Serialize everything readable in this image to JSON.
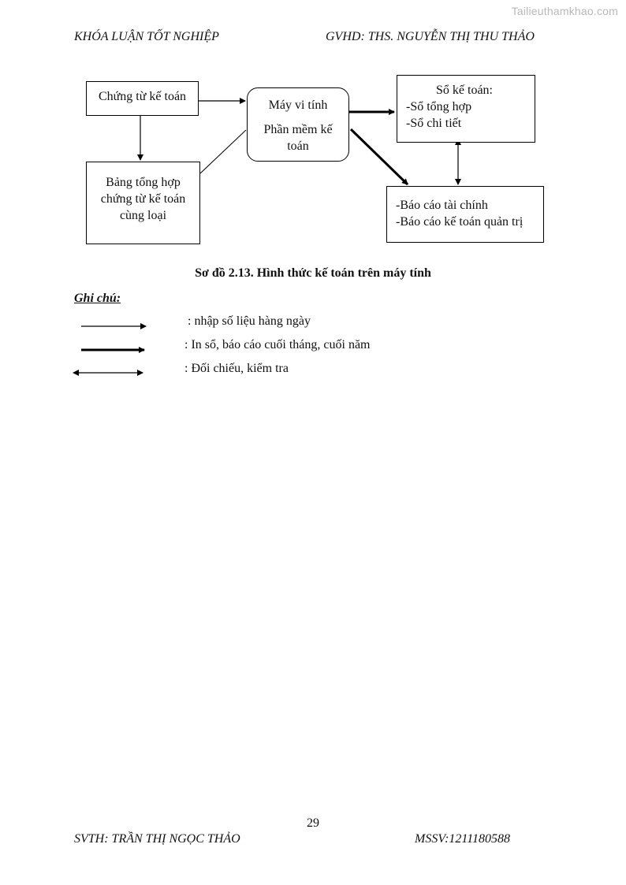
{
  "watermark": "Tailieuthamkhao.com",
  "header": {
    "left": "KHÓA LUẬN TỐT NGHIỆP",
    "right": "GVHD: THS. NGUYỄN THỊ THU THẢO"
  },
  "diagram": {
    "box_chung_tu": "Chứng từ kế toán",
    "box_bang_tong_hop": [
      "Bảng tổng hợp",
      "chứng từ kế toán",
      "cùng loại"
    ],
    "box_may_vi_tinh": {
      "line1": "Máy vi tính",
      "line2": [
        "Phần mềm kế",
        "toán"
      ]
    },
    "box_so_ke_toan": [
      "Sổ kế toán:",
      "-Sổ tổng hợp",
      "-Sổ chi tiết"
    ],
    "box_bao_cao": [
      "-Báo cáo tài chính",
      "-Báo cáo kế toán quản trị"
    ]
  },
  "caption": "Sơ đồ 2.13. Hình thức kế toán trên máy tính",
  "notes": {
    "title": "Ghi chú:",
    "items": [
      ": nhập số liệu hàng ngày",
      ": In sổ, báo cáo cuối tháng, cuối năm",
      ": Đối chiếu, kiểm tra"
    ]
  },
  "page_number": "29",
  "footer": {
    "left": "SVTH: TRẦN THỊ NGỌC THẢO",
    "right": "MSSV:1211180588"
  }
}
